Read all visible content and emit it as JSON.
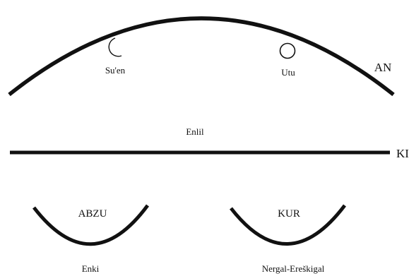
{
  "heaven": {
    "label": "AN"
  },
  "moon": {
    "label": "Su'en"
  },
  "sun": {
    "label": "Utu"
  },
  "air": {
    "label": "Enlil"
  },
  "earth": {
    "label": "KI"
  },
  "abzu": {
    "label": "ABZU",
    "deity": "Enki"
  },
  "kur": {
    "label": "KUR",
    "deity": "Nergal-Ereškigal"
  },
  "colors": {
    "ink": "#111111",
    "background": "#ffffff"
  }
}
